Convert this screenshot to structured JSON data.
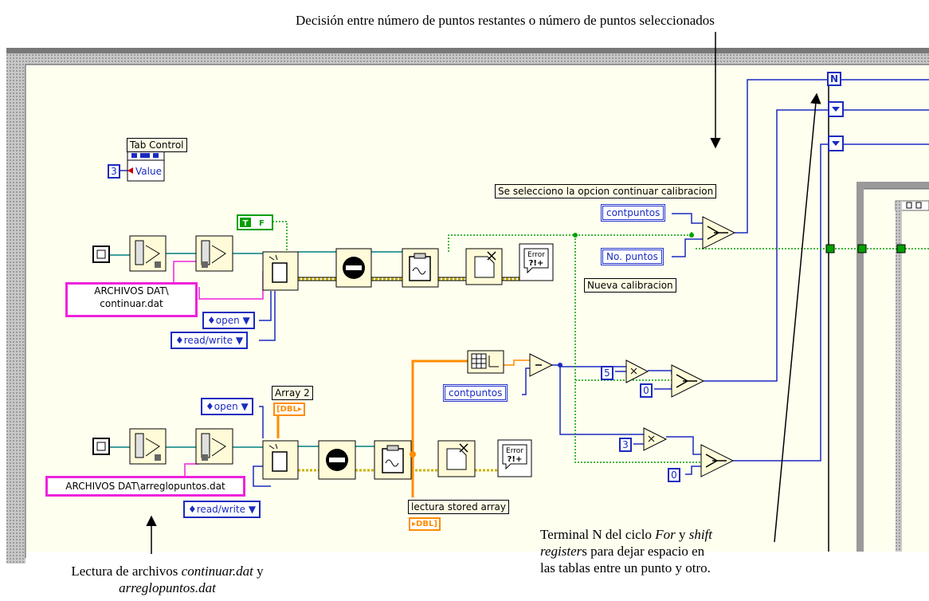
{
  "annotations": {
    "top": "Decisión entre número de puntos restantes o número de puntos seleccionados",
    "bottom_left_pre": "Lectura de archivos ",
    "bottom_left_file1": "continuar.dat",
    "bottom_left_mid": " y",
    "bottom_left_file2": "arreglopuntos.dat",
    "bottom_right_pre": "Terminal N del ciclo ",
    "bottom_right_for": "For",
    "bottom_right_y": " y ",
    "bottom_right_shift": "shift",
    "bottom_right_register": "register",
    "bottom_right_rest": "s para dejar espacio en",
    "bottom_right_line3": "las tablas entre un punto y otro."
  },
  "block_diagram": {
    "tab_control_label": "Tab Control",
    "tab_control_value": "Value",
    "tab_const": "3",
    "path1": "ARCHIVOS DAT\\ continuar.dat",
    "path2": "ARCHIVOS DAT\\arreglopuntos.dat",
    "open1": "open",
    "readwrite1": "read/write",
    "open2": "open",
    "readwrite2": "read/write",
    "bool_const": "T F",
    "array2_label": "Array 2",
    "dbl_tag": "DBL",
    "stored_label": "lectura stored array",
    "case_label": "Se selecciono la opcion continuar calibracion",
    "contpuntos": "contpuntos",
    "no_puntos": "No. puntos",
    "nueva_label": "Nueva calibracion",
    "contpuntos2": "contpuntos",
    "const5": "5",
    "const0a": "0",
    "const3": "3",
    "const0b": "0",
    "n_terminal": "N",
    "error_text": "Error ?!+"
  },
  "colors": {
    "wire_file": "#008080",
    "wire_error": "#c8b400",
    "wire_num": "#1a2bbf",
    "wire_bool": "#00a000",
    "wire_path": "#ee22dd",
    "wire_array": "#ff8c00"
  },
  "icons": [
    "file-refnum-icon",
    "build-path-icon",
    "open-file-icon",
    "close-file-icon",
    "read-file-icon",
    "delete-icon",
    "error-handler-icon",
    "array-size-icon",
    "subtract-icon",
    "multiply-icon",
    "select-icon",
    "arrow-icon",
    "shift-register-icon"
  ]
}
